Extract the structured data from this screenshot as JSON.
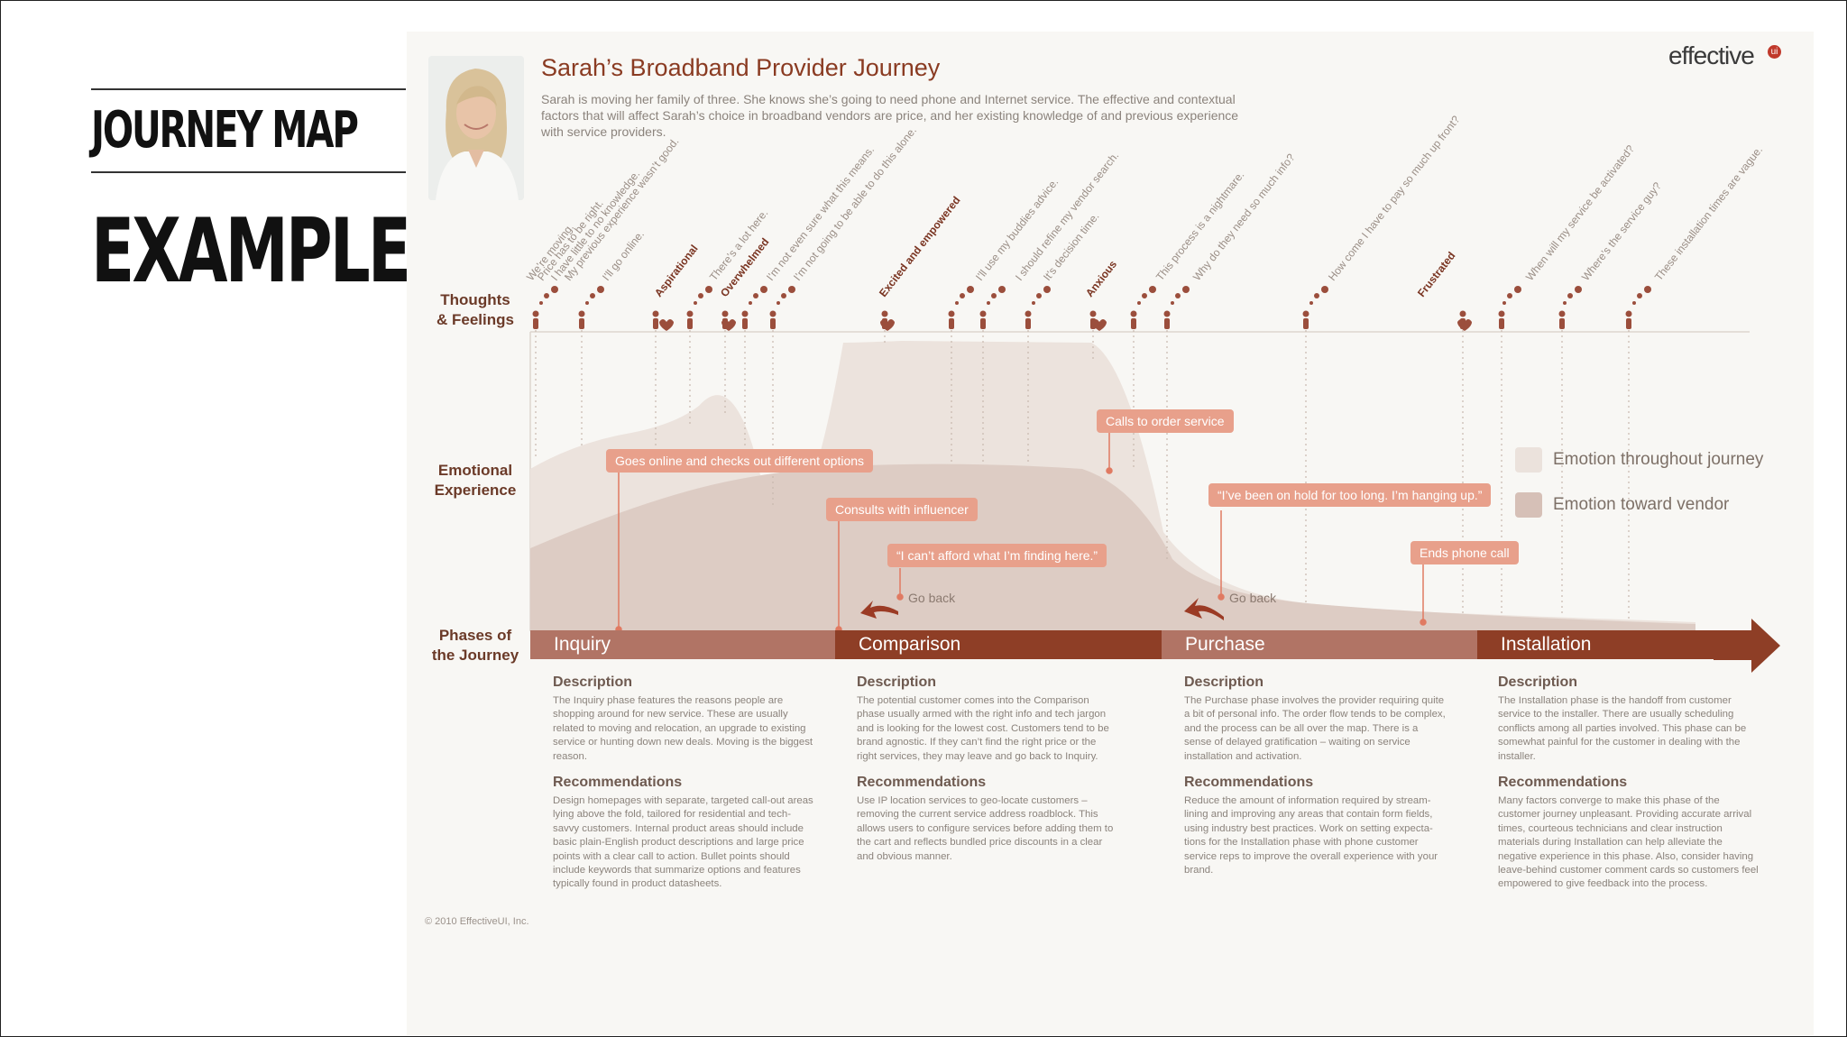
{
  "slide": {
    "title_line1": "JOURNEY MAP",
    "title_line2": "EXAMPLE"
  },
  "header": {
    "title": "Sarah’s Broadband Provider Journey",
    "subtitle": "Sarah is moving her family of three. She knows she’s going to need phone and Internet service. The effective and contextual factors that will affect Sarah’s choice in broadband vendors are price, and her existing knowledge of and previous experience with service providers.",
    "logo": "effective",
    "logo_mark": "ui"
  },
  "rows": {
    "thoughts": "Thoughts\n& Feelings",
    "emotional": "Emotional\nExperience",
    "phases": "Phases of\nthe Journey"
  },
  "thoughts": [
    {
      "text": "We’re moving.",
      "kind": "thought"
    },
    {
      "text": "Price has to be right.",
      "kind": "thought"
    },
    {
      "text": "I have little to no knowledge.",
      "kind": "thought"
    },
    {
      "text": "My previous experience wasn’t good.",
      "kind": "thought"
    },
    {
      "text": "I’ll go online.",
      "kind": "thought"
    },
    {
      "text": "Aspirational",
      "kind": "feeling"
    },
    {
      "text": "There’s a lot here.",
      "kind": "thought"
    },
    {
      "text": "Overwhelmed",
      "kind": "feeling"
    },
    {
      "text": "I’m not even sure what this means.",
      "kind": "thought"
    },
    {
      "text": "I’m not going to be able to do this alone.",
      "kind": "thought"
    },
    {
      "text": "Excited and empowered",
      "kind": "feeling"
    },
    {
      "text": "I’ll use my buddies advice.",
      "kind": "thought"
    },
    {
      "text": "I should refine my vendor search.",
      "kind": "thought"
    },
    {
      "text": "It’s decision time.",
      "kind": "thought"
    },
    {
      "text": "Anxious",
      "kind": "feeling"
    },
    {
      "text": "This process is a nightmare.",
      "kind": "thought"
    },
    {
      "text": "Why do they need so much info?",
      "kind": "thought"
    },
    {
      "text": "How come I have to pay so much up front?",
      "kind": "thought"
    },
    {
      "text": "Frustrated",
      "kind": "feeling"
    },
    {
      "text": "When will my service be activated?",
      "kind": "thought"
    },
    {
      "text": "Where’s the service guy?",
      "kind": "thought"
    },
    {
      "text": "These installation times are vague.",
      "kind": "thought"
    }
  ],
  "callouts": [
    "Goes online and checks out different options",
    "Consults with influencer",
    "“I can’t afford what I’m finding here.”",
    "Calls to order service",
    "“I’ve been on hold for too long. I’m hanging up.”",
    "Ends phone call"
  ],
  "go_back": [
    "Go back",
    "Go back"
  ],
  "legend": {
    "throughout": "Emotion throughout journey",
    "vendor": "Emotion toward vendor"
  },
  "phases": [
    {
      "name": "Inquiry",
      "description_title": "Description",
      "description": "The Inquiry phase features the reasons people are shopping around for new service. These are usually related to moving and relocation, an upgrade to existing service or hunting down new deals. Moving is the biggest reason.",
      "recommendations_title": "Recommendations",
      "recommendations": "Design homepages with separate, targeted call-out areas lying above the fold, tailored for residential and tech-savvy customers. Internal product areas should include basic plain-English product descriptions and large price points with a clear call to action. Bullet points should include keywords that summarize options and features typically found in product datasheets."
    },
    {
      "name": "Comparison",
      "description_title": "Description",
      "description": "The potential customer comes into the Comparison phase usually armed with the right info and tech jargon and is looking for the lowest cost. Customers tend to be brand agnostic. If they can’t find the right price or the right services, they may leave and go back to Inquiry.",
      "recommendations_title": "Recommendations",
      "recommendations": "Use IP location services to geo-locate customers – removing the current service address roadblock. This allows users to configure services before adding them to the cart and reflects bundled price discounts in a clear and obvious manner."
    },
    {
      "name": "Purchase",
      "description_title": "Description",
      "description": "The Purchase phase involves the provider requiring quite a bit of personal info. The order flow tends to be complex, and the process can be all over the map. There is a sense of delayed gratification – waiting on service installation and activation.",
      "recommendations_title": "Recommendations",
      "recommendations": "Reduce the amount of information required by stream-lining and improving any areas that contain form fields, using industry best practices. Work on setting expecta-tions for the Installation phase with phone customer service reps to improve the overall experience with your brand."
    },
    {
      "name": "Installation",
      "description_title": "Description",
      "description": "The Installation phase is the handoff from customer service to the installer. There are usually scheduling conflicts among all parties involved. This phase can be somewhat painful for the customer in dealing with the installer.",
      "recommendations_title": "Recommendations",
      "recommendations": "Many factors converge to make this phase of the customer journey unpleasant. Providing accurate arrival times, courteous technicians and clear instruction materials during Installation can help alleviate the negative experience in this phase. Also, consider having leave-behind customer comment cards so customers feel empowered to give feedback into the process."
    }
  ],
  "copyright": "© 2010 EffectiveUI, Inc.",
  "colors": {
    "brand": "#8a3b22",
    "phase_light": "#b17465",
    "phase_dark": "#8e3e26",
    "callout": "#e8a08b",
    "emotion_throughout": "#ebe2dc",
    "emotion_vendor": "#dac8c0"
  }
}
